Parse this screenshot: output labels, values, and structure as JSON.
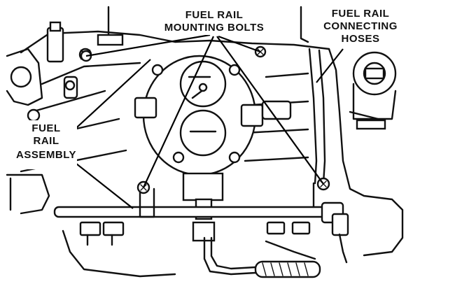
{
  "labels": {
    "mounting_bolts_line1": "FUEL RAIL",
    "mounting_bolts_line2": "MOUNTING BOLTS",
    "connecting_hoses_line1": "FUEL RAIL",
    "connecting_hoses_line2": "CONNECTING",
    "connecting_hoses_line3": "HOSES",
    "rail_assembly_line1": "FUEL",
    "rail_assembly_line2": "RAIL",
    "rail_assembly_line3": "ASSEMBLY"
  },
  "colors": {
    "ink": "#111111",
    "background": "#ffffff"
  }
}
